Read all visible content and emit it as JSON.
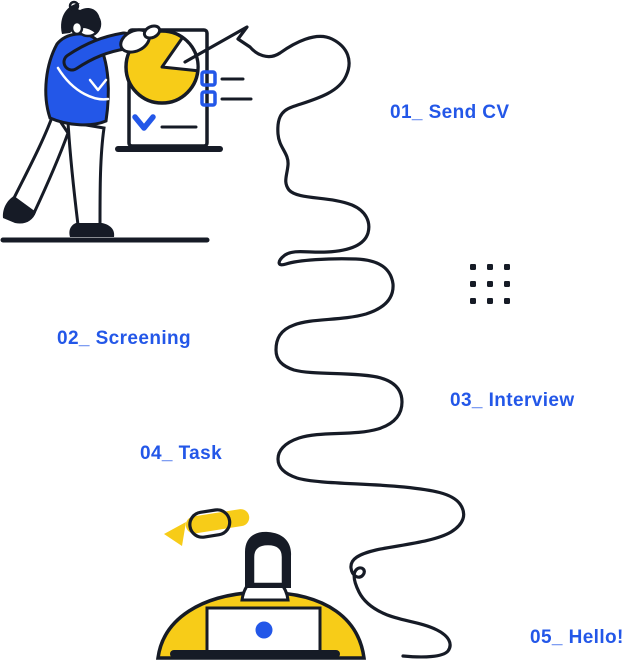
{
  "scene": {
    "description": "Hiring process journey illustration with a winding path and five numbered steps",
    "background": "#ffffff"
  },
  "colors": {
    "background": "#ffffff",
    "ink": "#161b26",
    "accent": "#2357e8",
    "yellow": "#f7cc18"
  },
  "steps": [
    {
      "number": "01",
      "label": "01_ Send CV"
    },
    {
      "number": "02",
      "label": "02_ Screening"
    },
    {
      "number": "03",
      "label": "03_ Interview"
    },
    {
      "number": "04",
      "label": "04_ Task"
    },
    {
      "number": "05",
      "label": "05_ Hello!"
    }
  ],
  "icons": {
    "pie_chart": "pie-chart-icon",
    "presentation_board": "presentation-board",
    "checklist": "checklist-items",
    "arrow_down": "arrow-down-icon",
    "dots_grid": "dots-grid-icon",
    "pencil": "pencil-icon",
    "laptop": "laptop-icon",
    "winding_path": "winding-path"
  }
}
